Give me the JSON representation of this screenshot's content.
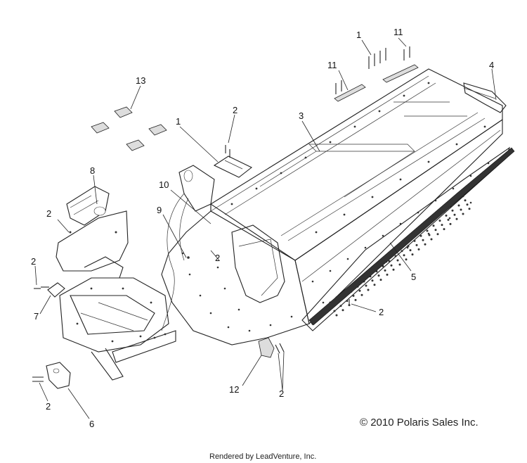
{
  "callouts": {
    "c1_top": "1",
    "c11_top": "11",
    "c11_mid": "11",
    "c4": "4",
    "c13": "13",
    "c2_top": "2",
    "c1_left": "1",
    "c3": "3",
    "c8": "8",
    "c2_left": "2",
    "c10": "10",
    "c9": "9",
    "c2_mid": "2",
    "c5": "5",
    "c2_side": "2",
    "c7": "7",
    "c2_right": "2",
    "c12": "12",
    "c2_bottom": "2",
    "c2_lower_left": "2",
    "c6": "6"
  },
  "copyright": "© 2010 Polaris Sales Inc.",
  "footer": "Rendered by LeadVenture, Inc.",
  "colors": {
    "line": "#222222",
    "background": "#ffffff"
  }
}
